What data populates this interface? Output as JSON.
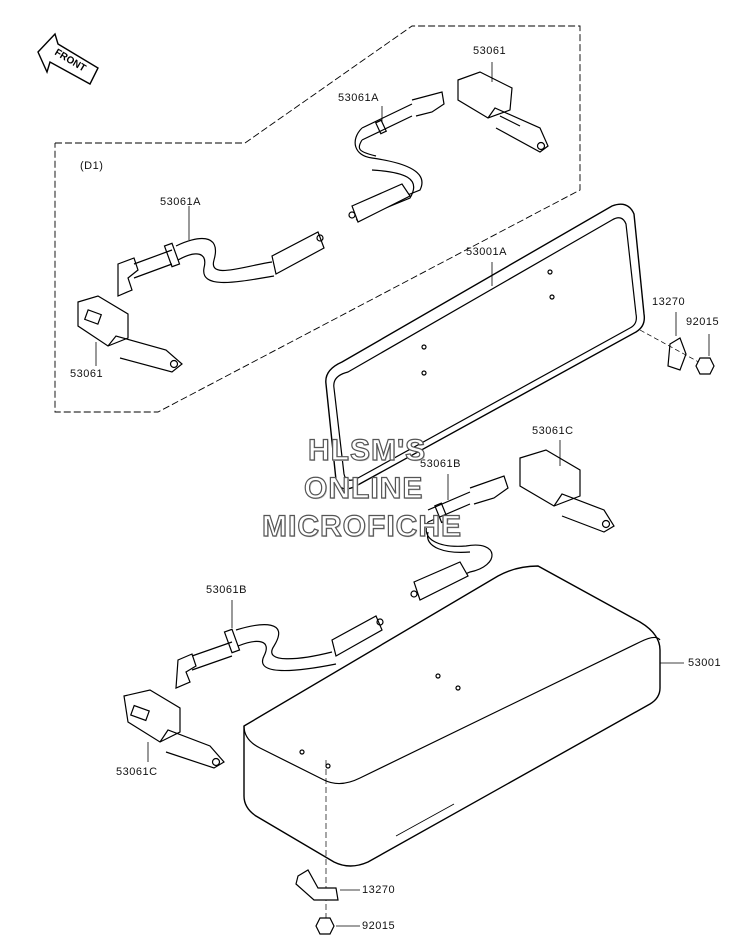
{
  "diagram": {
    "front_label": "FRONT",
    "variant_label": "(D1)",
    "watermark": [
      "HLSM'S",
      "ONLINE",
      "MICROFICHE"
    ],
    "labels": {
      "p53061_top": "53061",
      "p53061A_top": "53061A",
      "p53061A_left": "53061A",
      "p53061_left": "53061",
      "p53001A": "53001A",
      "p13270_top": "13270",
      "p92015_top": "92015",
      "p53061C_right": "53061C",
      "p53061B_center": "53061B",
      "p53061B_left": "53061B",
      "p53001": "53001",
      "p53061C_left": "53061C",
      "p13270_bottom": "13270",
      "p92015_bottom": "92015"
    }
  }
}
